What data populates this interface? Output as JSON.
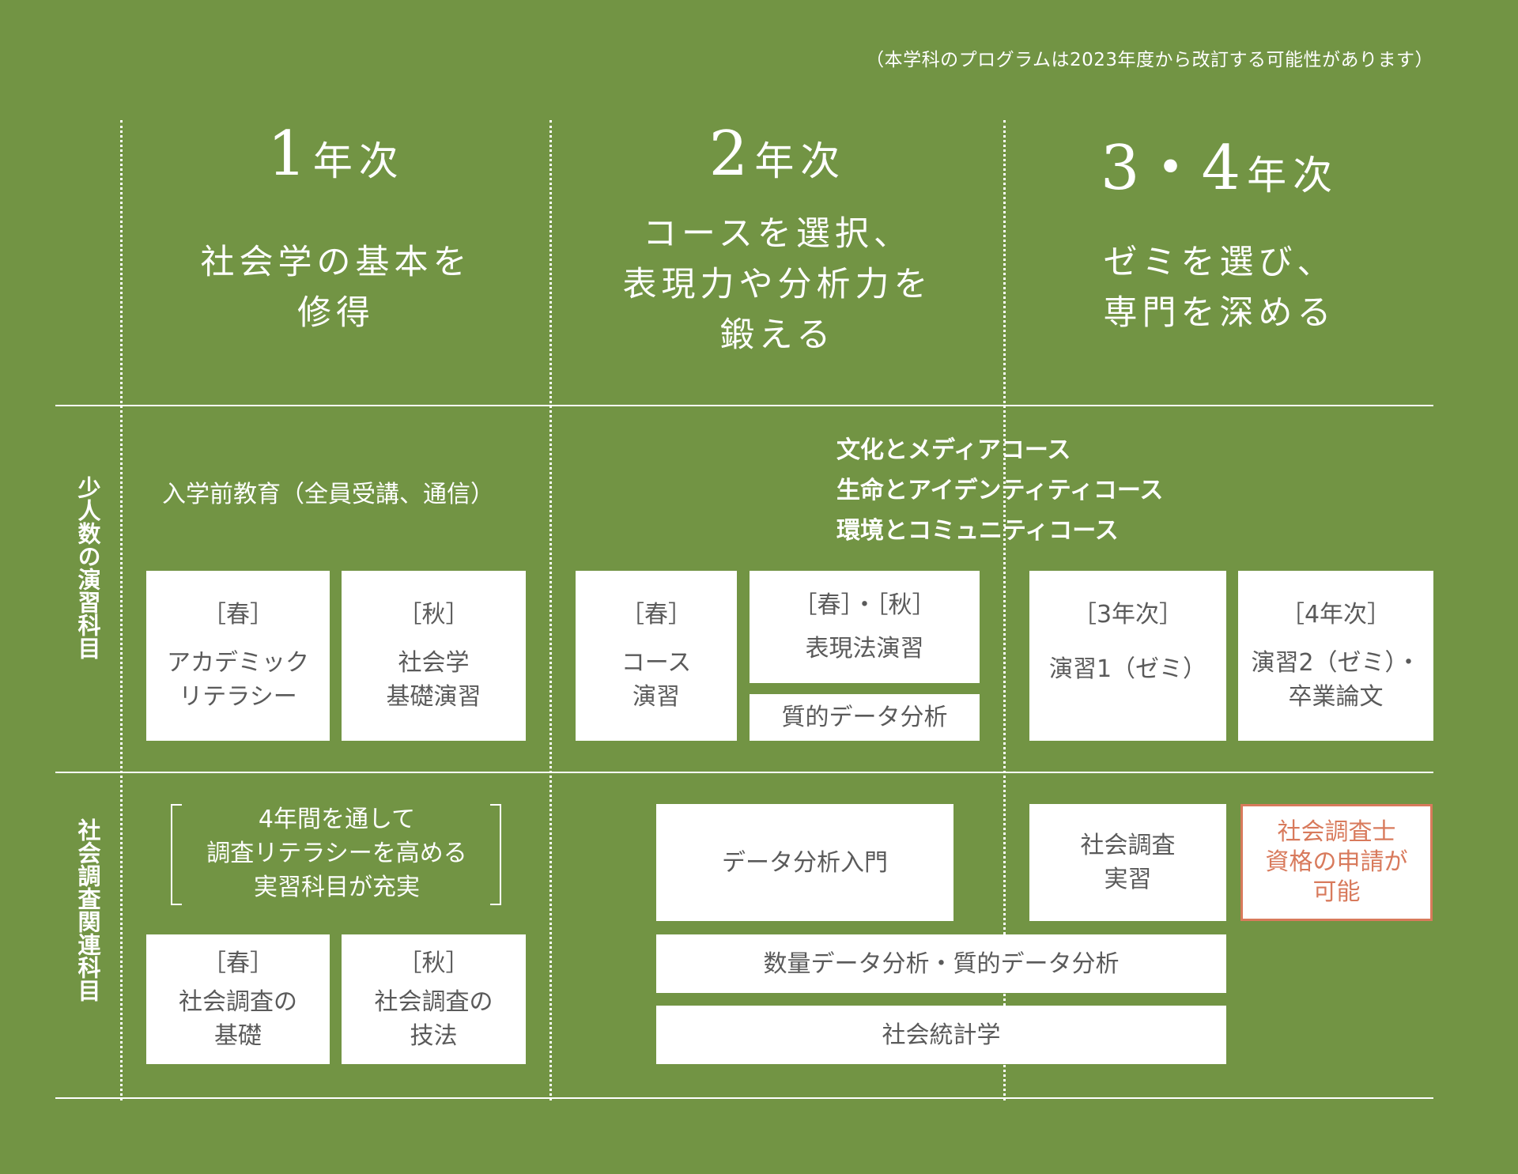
{
  "note": "（本学科のプログラムは2023年度から改訂する可能性があります）",
  "headers": {
    "y1": {
      "num": "1",
      "unit": "年次",
      "desc": "社会学の基本を\n修得"
    },
    "y2": {
      "num": "2",
      "unit": "年次",
      "desc": "コースを選択、\n表現力や分析力を\n鍛える"
    },
    "y34": {
      "num": "3・4",
      "unit": "年次",
      "desc": "ゼミを選び、\n専門を深める"
    }
  },
  "row1": {
    "label": "少人数の演習科目",
    "pre_education": "入学前教育（全員受講、通信）",
    "courses": [
      "文化とメディアコース",
      "生命とアイデンティティコース",
      "環境とコミュニティコース"
    ],
    "boxes": {
      "academic_literacy": {
        "season": "［春］",
        "text": "アカデミック\nリテラシー"
      },
      "sociology_basic_seminar": {
        "season": "［秋］",
        "text": "社会学\n基礎演習"
      },
      "course_seminar": {
        "season": "［春］",
        "text": "コース\n演習"
      },
      "expression_seminar": {
        "season": "［春］・［秋］",
        "text": "表現法演習"
      },
      "qualitative_analysis": {
        "text": "質的データ分析"
      },
      "seminar1": {
        "season": "［3年次］",
        "text": "演習1（ゼミ）"
      },
      "seminar2": {
        "season": "［4年次］",
        "text": "演習2（ゼミ）・\n卒業論文"
      }
    }
  },
  "row2": {
    "label": "社会調査関連科目",
    "bracket_text": "4年間を通して\n調査リテラシーを高める\n実習科目が充実",
    "boxes": {
      "survey_basics": {
        "season": "［春］",
        "text": "社会調査の\n基礎"
      },
      "survey_techniques": {
        "season": "［秋］",
        "text": "社会調査の\n技法"
      },
      "data_analysis_intro": {
        "text": "データ分析入門"
      },
      "survey_practice": {
        "text": "社会調査\n実習"
      },
      "certification": {
        "text": "社会調査士\n資格の申請が\n可能"
      },
      "quant_qual_analysis": {
        "text": "数量データ分析・質的データ分析"
      },
      "social_statistics": {
        "text": "社会統計学"
      }
    }
  },
  "colors": {
    "background": "#729444",
    "box": "#ffffff",
    "box_text": "#5a5a5a",
    "highlight": "#d87a5c"
  }
}
